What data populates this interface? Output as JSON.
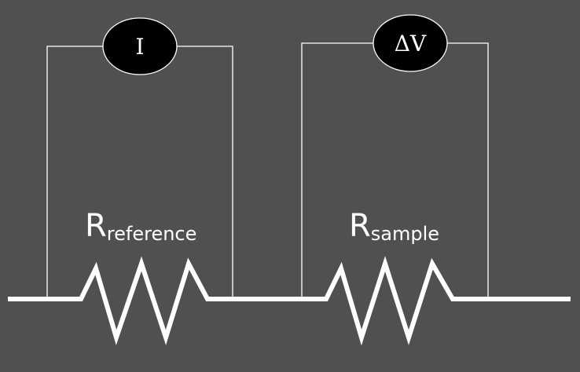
{
  "meters": {
    "current": {
      "label": "I"
    },
    "voltage": {
      "label": "ΔV"
    }
  },
  "resistors": {
    "reference": {
      "main": "R",
      "sub": "reference"
    },
    "sample": {
      "main": "R",
      "sub": "sample"
    }
  },
  "colors": {
    "background": "#505050",
    "wire": "#ffffff",
    "meter_fill": "#000000"
  }
}
